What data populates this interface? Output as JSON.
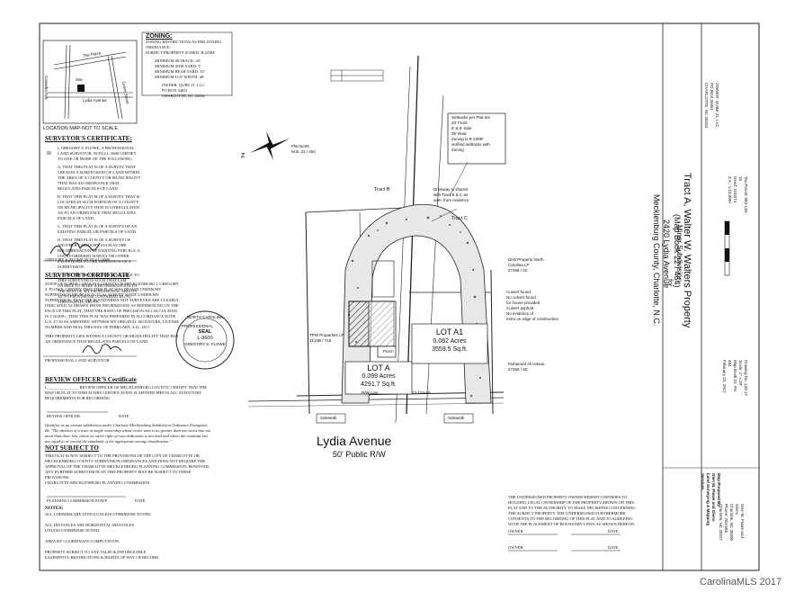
{
  "zoning": {
    "title": "ZONING:",
    "restrictions": "ZONING RESTRICTIONS AS PER ZONING ORDINANCE:\nSUBJECT PROPERTY ZONED: R-22MF",
    "setbacks": "MINIMUM SETBACK: 20'\nMINIMUM SIDE YARD: 5'\nMINIMUM REAR YARD: 35'\nMINIMUM LOT WIDTH: 40'",
    "owner": "OWNER: QUBE 21, LLC\nPO BOX 34651\nCHARLOTTE, NC 28234"
  },
  "location_map": {
    "caption": "LOCATION MAP-NOT TO SCALE",
    "the_plaza": "The Plaza",
    "lydia_avenue": "Lydia Avenue",
    "catawba_ave": "Catawba Ave.",
    "grace_street": "Grace Street",
    "site": "Site"
  },
  "surveyor_cert_1": {
    "title": "SURVEYOR'S CERTIFICATE:",
    "intro": "I, GREGORY S. FLOWE, A PROFESSIONAL LAND SURVEYOR, NCPLS L-3600 CERTIFY TO ONE OR MORE OF THE FOLLOWING:",
    "items": [
      "A. THAT THIS PLAT IS OF A SURVEY THAT CREATES A SUBDIVISION OF LAND WITHIN THE AREA OF A COUNTY OR MUNICIPALITY THAT HAS AN ORDINANCE THAT REGULATES PARCELS OF LAND.",
      "B. THAT THIS PLAT IS OF A SURVEY THAT IS LOCATED IN SUCH PORTION OF A COUNTY OR MUNICIPALITY THAT IS UNREGULATED AS TO AN ORDINANCE THAT REGULATES PARCELS OF LAND.",
      "C. THAT THIS PLAT IS OF A SURVEY OF AN EXISTING PARCEL OR PARCELS OF LAND.",
      "D. THAT THIS PLAT IS OF A SURVEY OF ANOTHER CATEGORY, SUCH AS THE RECOMBINATION OF EXISTING PARCELS, A COURT-ORDERED SURVEY OR OTHER EXCEPTIONS TO THE DEFINITION OF A SUBDIVISION.",
      "E. THAT THE INFORMATION AVAILABLE TO THIS SURVEYOR IS SUCH THAT I AM UNABLE TO MAKE A DETERMINATION TO THE BEST OF MY PROFESSIONAL ABILITY AS TO PROVISIONS CONTAINED IN (A) THROUGH (D) ABOVE."
    ],
    "signer": "GREGORY S. FLOWE        NCPLS L-3600"
  },
  "surveyor_cert_2": {
    "title": "SURVEYOR'S CERTIFICATE",
    "lines": "STATE OF NORTH CAROLINA\nCOUNTY OF MECKLENBURG\nI, GREGORY S. FLOWE, CERTIFY THAT THIS PLAT WAS DRAWN UNDER MY SUPERVISION FROM AN ACTUAL SURVEY MADE UNDER MY SUPERVISION; THAT THE BOUNDARIES NOT SURVEYED ARE CLEARLY INDICATED AS DRAWN FROM INFORMATION AS REFERENCED ON THE FACE OF THIS PLAT; THAT THE RATIO OF PRECISION AS CALCULATED IS 1:10,000+; THAT THIS PLAT WAS PREPARED IN ACCORDANCE WITH G.S. 47-30 AS AMENDED. WITNESS MY ORIGINAL SIGNATURE, LICENSE NUMBER AND SEAL THIS DAY OF FEBRUARY, A.D., 2017.",
    "note": "THIS PROPERTY LIES WITHIN A COUNTY OR MUNICIPALITY THAT HAS AN ORDINANCE THAT REGULATES PARCELS OF LAND.",
    "signer": "PROFESSIONAL LAND SURVEYOR"
  },
  "seal": {
    "top": "NORTH CAROLINA",
    "middle": "SEAL",
    "number": "L-3600",
    "left": "PROFESSIONAL",
    "bottom": "GREGORY S. FLOWE"
  },
  "review_officer": {
    "title": "REVIEW OFFICER'S Certificate",
    "body": "I, _______________ REVIEW OFFICER OF MECKLENBURG COUNTY, CERTIFY THAT THE MAP OR PLAT TO WHICH THIS CERTIFICATION IS AFFIXED MEETS ALL STATUTORY REQUIREMENTS FOR RECORDING.",
    "sig_label": "REVIEW OFFICER",
    "date_label": "DATE",
    "qualifies": "Qualifies as an exempt subdivision under Charlotte-Mecklenburg Subdivision Ordinance Exemption #6. \"The division of a tract in single ownership whose entire area is no greater than two acres into not more than three lots, where no street right-of-way dedication is involved and where the resultant lots are equal to or exceed the standards of the appropriate zoning classification.\""
  },
  "not_subject": {
    "title": "NOT SUBJECT TO",
    "body": "THIS PLAT IS NOT SUBJECT TO THE PROVISIONS OF THE CITY OF CHARLOTTE OR MECKLENBURG COUNTY SUBDIVISION ORDINANCES AND DOES NOT REQUIRE THE APPROVAL OF THE CHARLOTTE-MECKLENBURG PLANNING COMMISSION. HOWEVER, ANY FURTHER SUBDIVISION OF THIS PROPERTY MAY BE SUBJECT TO THESE PROVISIONS.\nCHARLOTTE-MECKLENBURG PLANNING COMMISSION",
    "staff_label": "PLANNING COMMISSION STAFF",
    "date_label": "DATE"
  },
  "notes": {
    "title": "NOTES:",
    "lines": "ALL CORNERS ARE I.P.F(O) UNLESS OTHERWISE NOTED.\n\nALL DISTANCES ARE HORIZONTAL DISTANCES\nUNLESS OTHERWISE NOTED.\n\nAREA BY COORDINATE COMPUTATION.\n\nPROPERTY SUBJECT TO ANY VALID & ENFORCEABLE\nEASEMENTS, RESTRICTIONS & RIGHTS OF WAY OF RECORD."
  },
  "owner_cert": {
    "body": "THE UNDERSIGNED PROPERTY OWNER HEREBY CERTIFIES TO HOLDING LEGAL OWNERSHIP OF THE PROPERTY SHOWN ON THIS PLAT AND TO THE AUTHORITY TO MAKE DECISIONS CONCERNING THE SUBJECT PROPERTY. THE UNDERSIGNED FURTHERMORE CONSENTS TO THE RECORDING OF THIS PLAT AND TO AGREEING WITH THE PLACEMENT OF BOUNDARY LINES AS SHOWN HEREON.",
    "owner_label": "OWNER",
    "date_label": "DATE"
  },
  "setback_note": "Setbacks per Plat are\n20' Front\n5' & 5' Side\n35' Rear\nZoning is R-22MF\nverified setbacks with\nZoning",
  "plan": {
    "tract_b": "Tract B",
    "tract_c": "Tract C",
    "plat_north": "Plat North\nM.B. 22 / 464",
    "lot_a1_title": "LOT A1",
    "lot_a1_area": "0.082 Acres",
    "lot_a1_sqft": "3559.5 Sq.ft.",
    "lot_a_title": "LOT A",
    "lot_a_area": "0.099 Acres",
    "lot_a_sqft": "4291.7 Sq.ft.",
    "porch": "Porch",
    "street": "Lydia Avenue",
    "street_sub": "50' Public R/W",
    "tpw": "TPW Properties LP\n3134B / 716",
    "dh5": "DH5 Property North\nCarolina LP\n27468 / 42",
    "mohamed": "Mohamed Ali Hasan\n27468 / 82",
    "driveway": "Driveway is shared\nwith Tract B & C as\nseen from evidence",
    "culvert": "Culvert found\nNo culvert found\nfor house provided\nCulvert asphalt\nNo evidence of\nextra on edge of construction",
    "parcel_no": "12-104-60",
    "row_lbl": "R/W Line",
    "sidewalk": "Sidewalk"
  },
  "title_block": {
    "minor": "Minor Subdivision",
    "for": "for",
    "tract": "Tract A, Walter W. Walters Property",
    "mapbook": "(Map Book 22 / 464)",
    "address": "2420 Lydia Avenue",
    "county": "Mecklenburg County, Charlotte, N.C.",
    "owner_block": "OWNER: QUBE 21, LLC\nPO BOX 34651\nCHARLOTTE, NC 28234",
    "tax_parcel": "Tax Parcel: 083-145-15\nDeed: 1103/74\nZ.A.: 1:10,000+",
    "drawing": "Drawing No. 133-17\nScale: 1\" = 20'\nMap Book 22, PG 464\nFebruary 22, 2017",
    "prepared_by": "Map Prepared By:\nGlen M. Flowe and Glenn\nLand Surveying & Mapping Services",
    "firm": "Glen M. Flowe and Glenn\nCharlotte, NC 28206\nPhone: 704-555\nCharlotte, NC 28227"
  },
  "watermark": "CarolinaMLS 2017"
}
